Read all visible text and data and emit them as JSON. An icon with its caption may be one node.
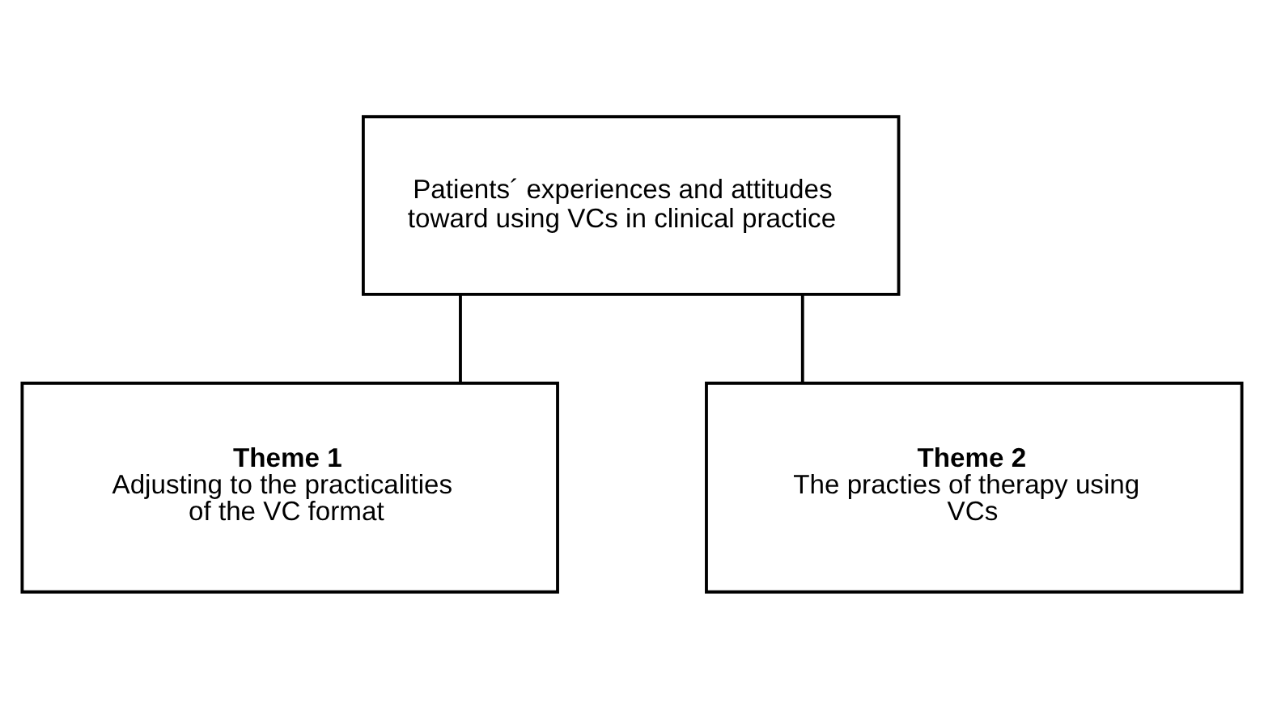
{
  "diagram": {
    "nodes": [
      {
        "text": [
          "Patients´ experiences and attitudes toward using VCs in clinical practice"
        ]
      },
      {
        "text": [
          "Theme 1",
          "Adjusting to the practicalities of the VC format"
        ]
      },
      {
        "text": [
          "Theme 2",
          "The practies of therapy using VCs"
        ]
      }
    ],
    "edges": [
      {
        "from": 0,
        "to": 1,
        "arrow": "none"
      },
      {
        "from": 0,
        "to": 2,
        "arrow": "none"
      }
    ]
  }
}
